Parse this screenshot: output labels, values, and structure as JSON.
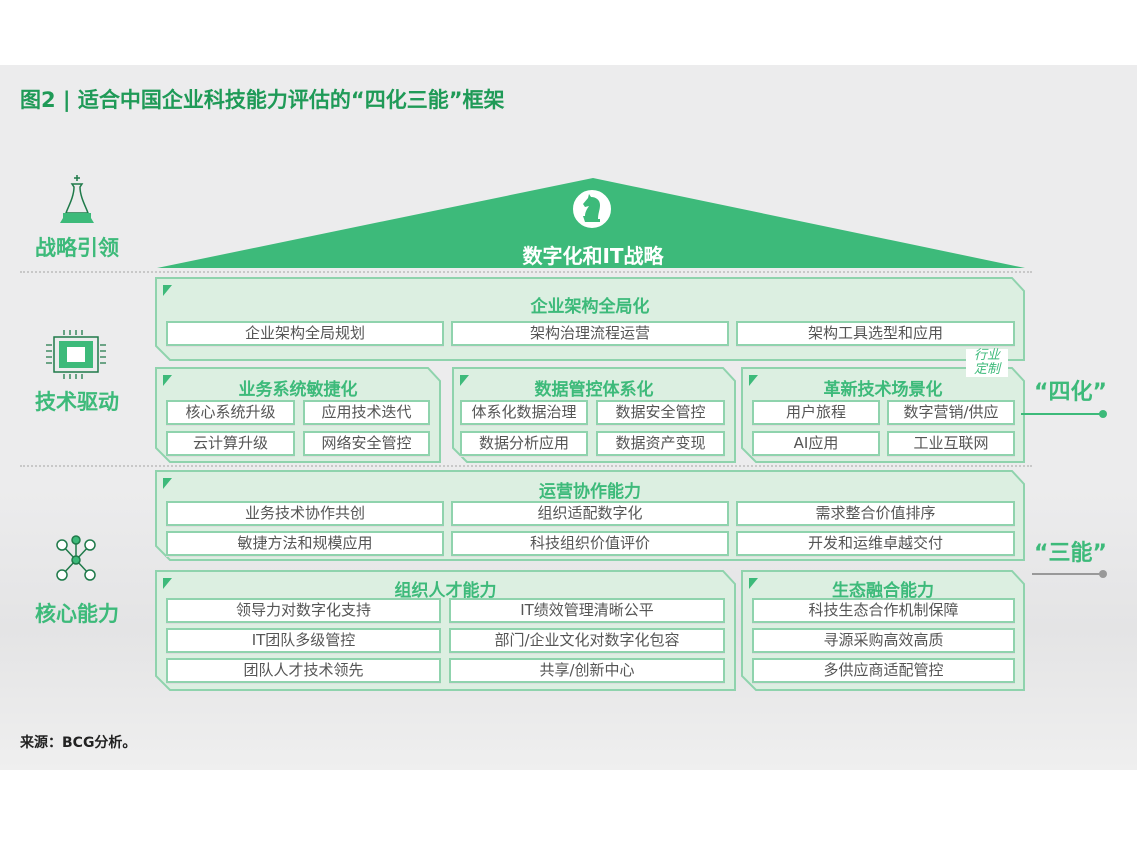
{
  "title": "图2 | 适合中国企业科技能力评估的“四化三能”框架",
  "roof": {
    "label": "数字化和IT战略",
    "icon": "knight-chess-icon"
  },
  "side_labels": [
    {
      "label": "战略引领",
      "icon": "king-chess-icon"
    },
    {
      "label": "技术驱动",
      "icon": "chip-icon"
    },
    {
      "label": "核心能力",
      "icon": "network-nodes-icon"
    }
  ],
  "boxes": {
    "arch": {
      "title": "企业架构全局化",
      "items": [
        "企业架构全局规划",
        "架构治理流程运营",
        "架构工具选型和应用"
      ]
    },
    "biz": {
      "title": "业务系统敏捷化",
      "items": [
        "核心系统升级",
        "应用技术迭代",
        "云计算升级",
        "网络安全管控"
      ]
    },
    "data": {
      "title": "数据管控体系化",
      "items": [
        "体系化数据治理",
        "数据安全管控",
        "数据分析应用",
        "数据资产变现"
      ]
    },
    "innov": {
      "title": "革新技术场景化",
      "items": [
        "用户旅程",
        "数字营销/供应",
        "AI应用",
        "工业互联网"
      ]
    },
    "ops": {
      "title": "运营协作能力",
      "items": [
        "业务技术协作共创",
        "组织适配数字化",
        "需求整合价值排序",
        "敏捷方法和规模应用",
        "科技组织价值评价",
        "开发和运维卓越交付"
      ]
    },
    "talent": {
      "title": "组织人才能力",
      "items": [
        "领导力对数字化支持",
        "IT绩效管理清晰公平",
        "IT团队多级管控",
        "部门/企业文化对数字化包容",
        "团队人才技术领先",
        "共享/创新中心"
      ]
    },
    "eco": {
      "title": "生态融合能力",
      "items": [
        "科技生态合作机制保障",
        "寻源采购高效高质",
        "多供应商适配管控"
      ]
    }
  },
  "tag": {
    "line1": "行业",
    "line2": "定制"
  },
  "quotes": {
    "sihua": "“四化”",
    "sanneng": "“三能”"
  },
  "source": "来源：BCG分析。",
  "colors": {
    "accent": "#3dba7a",
    "box_fill": "#dcefe1",
    "box_border": "#8fd3ad",
    "title": "#1f9a57"
  }
}
